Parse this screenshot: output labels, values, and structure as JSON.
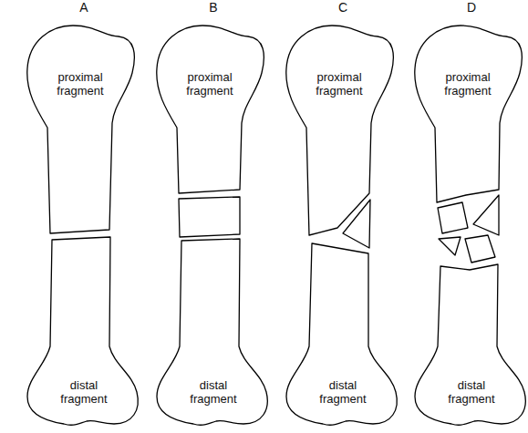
{
  "diagram": {
    "nodes": [
      {
        "text": [
          "proximal fragment"
        ]
      },
      {
        "text": [
          "proximal fragment"
        ]
      },
      {
        "text": [
          "proximal fragment"
        ]
      },
      {
        "text": [
          "proximal fragment"
        ]
      },
      {
        "text": [
          "distal fragment"
        ]
      },
      {
        "text": [
          "distal fragment"
        ]
      },
      {
        "text": [
          "distal fragment"
        ]
      },
      {
        "text": [
          "distal fragment"
        ]
      }
    ],
    "labels": [
      "A",
      "B",
      "C",
      "D"
    ]
  }
}
